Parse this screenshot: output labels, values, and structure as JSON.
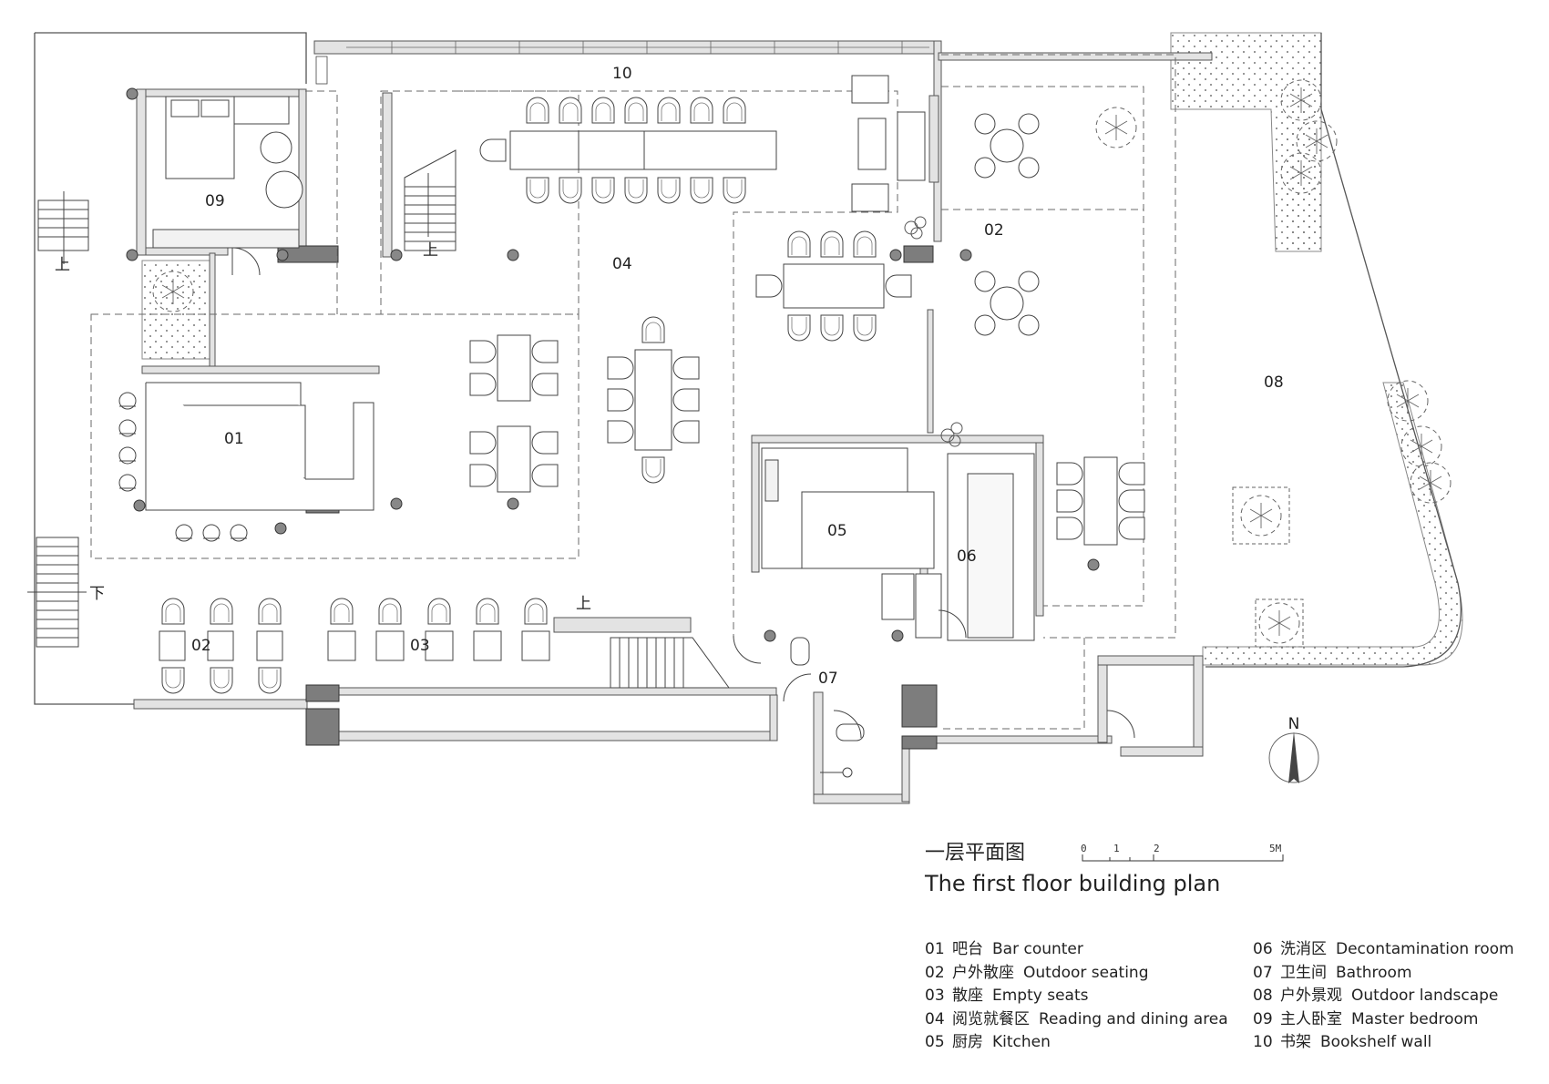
{
  "plan": {
    "rooms": [
      {
        "id": "10",
        "label": "10"
      },
      {
        "id": "09",
        "label": "09"
      },
      {
        "id": "04",
        "label": "04"
      },
      {
        "id": "02a",
        "label": "02"
      },
      {
        "id": "01",
        "label": "01"
      },
      {
        "id": "08",
        "label": "08"
      },
      {
        "id": "05",
        "label": "05"
      },
      {
        "id": "06",
        "label": "06"
      },
      {
        "id": "02b",
        "label": "02"
      },
      {
        "id": "03",
        "label": "03"
      },
      {
        "id": "07",
        "label": "07"
      }
    ],
    "stair_up": "上",
    "stair_down": "下",
    "north": "N"
  },
  "scale_bar": {
    "ticks": [
      "0",
      "1",
      "2",
      "5M"
    ]
  },
  "title": {
    "cn": "一层平面图",
    "en": "The first floor building plan"
  },
  "legend": {
    "left": [
      {
        "num": "01",
        "cn": "吧台",
        "en": "Bar counter"
      },
      {
        "num": "02",
        "cn": "户外散座",
        "en": "Outdoor seating"
      },
      {
        "num": "03",
        "cn": "散座",
        "en": "Empty seats"
      },
      {
        "num": "04",
        "cn": "阅览就餐区",
        "en": "Reading and dining area"
      },
      {
        "num": "05",
        "cn": "厨房",
        "en": "Kitchen"
      }
    ],
    "right": [
      {
        "num": "06",
        "cn": "洗消区",
        "en": "Decontamination room"
      },
      {
        "num": "07",
        "cn": "卫生间",
        "en": "Bathroom"
      },
      {
        "num": "08",
        "cn": "户外景观",
        "en": "Outdoor landscape"
      },
      {
        "num": "09",
        "cn": "主人卧室",
        "en": "Master bedroom"
      },
      {
        "num": "10",
        "cn": "书架",
        "en": "Bookshelf wall"
      }
    ]
  },
  "colors": {
    "wall": "#e2e2e2",
    "line": "#4a4a4a",
    "column": "#7d7d7d",
    "dash": "#6a6a6a"
  }
}
